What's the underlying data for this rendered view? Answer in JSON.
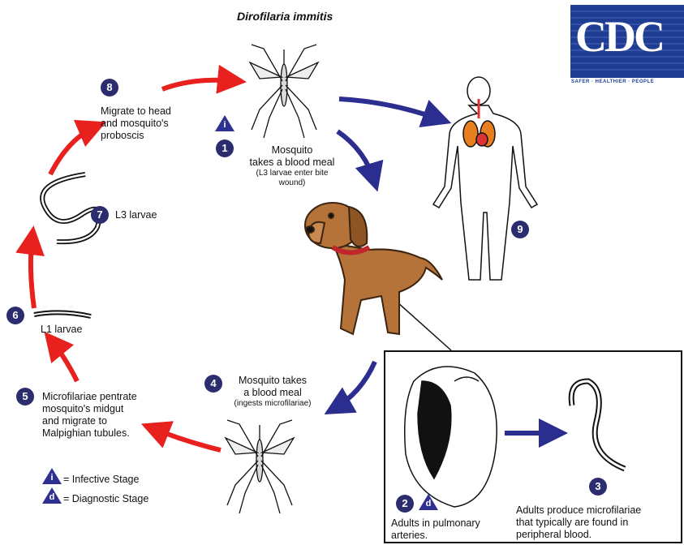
{
  "title": "Dirofilaria immitis",
  "logo": {
    "text": "CDC",
    "tagline": "SAFER · HEALTHIER · PEOPLE"
  },
  "colors": {
    "red_arrow": "#e8211f",
    "blue_arrow": "#2b2d8f",
    "stage_badge": "#2b2d6e",
    "dog_fur": "#b5733a",
    "logo_blue": "#1f3d93"
  },
  "icons": {
    "mosquito": "mosquito-icon",
    "dog": "dog-icon",
    "human": "human-figure-icon",
    "heart": "heart-with-worms-icon",
    "microfilaria": "microfilaria-icon",
    "larva": "larva-icon"
  },
  "stages": {
    "s1": {
      "num": "1",
      "text1": "Mosquito",
      "text2": "takes a blood meal",
      "note": "(L3 larvae enter bite wound)"
    },
    "s2": {
      "num": "2",
      "text1": "Adults in pulmonary",
      "text2": "arteries."
    },
    "s3": {
      "num": "3",
      "text1": "Adults produce microfilariae",
      "text2": "that typically are found in",
      "text3": "peripheral blood."
    },
    "s4": {
      "num": "4",
      "text1": "Mosquito takes",
      "text2": "a blood meal",
      "note": "(ingests microfilariae)"
    },
    "s5": {
      "num": "5",
      "text1": "Microfilariae pentrate",
      "text2": "mosquito's midgut",
      "text3": "and migrate to",
      "text4": "Malpighian tubules."
    },
    "s6": {
      "num": "6",
      "text": "L1 larvae"
    },
    "s7": {
      "num": "7",
      "text": "L3 larvae"
    },
    "s8": {
      "num": "8",
      "text1": "Migrate to head",
      "text2": "and mosquito's",
      "text3": "proboscis"
    },
    "s9": {
      "num": "9"
    }
  },
  "legend": {
    "infective_letter": "i",
    "infective_label": "= Infective Stage",
    "diagnostic_letter": "d",
    "diagnostic_label": "= Diagnostic Stage"
  }
}
